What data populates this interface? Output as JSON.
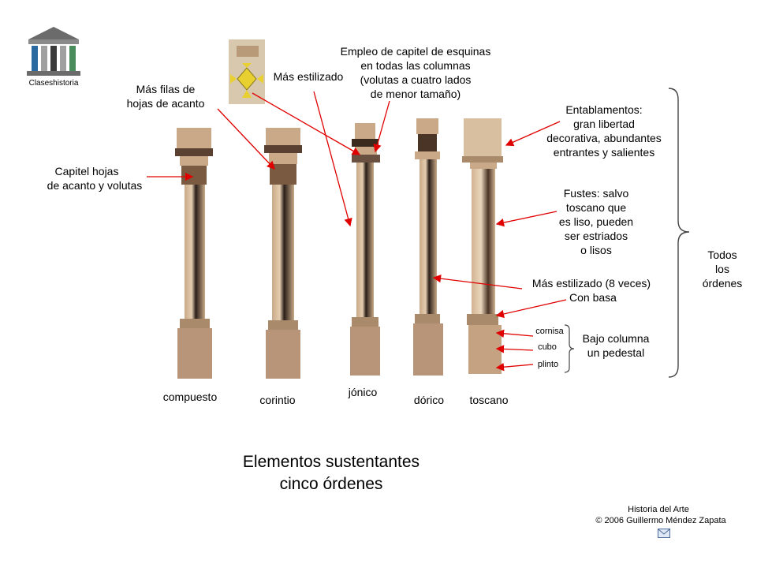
{
  "logo": {
    "caption": "Claseshistoria",
    "icon": "temple-logo-icon"
  },
  "thumbnail": {
    "icon": "ionic-corner-volute-thumbnail"
  },
  "columns": [
    {
      "label": "compuesto"
    },
    {
      "label": "corintio"
    },
    {
      "label": "jónico"
    },
    {
      "label": "dórico"
    },
    {
      "label": "toscano"
    }
  ],
  "annotations": {
    "capitel_hojas": [
      "Capitel hojas",
      "de acanto y volutas"
    ],
    "mas_filas": [
      "Más filas de",
      "hojas de acanto"
    ],
    "mas_estilizado": "Más estilizado",
    "empleo": [
      "Empleo  de capitel  de esquinas",
      "en todas las columnas",
      "(volutas a cuatro lados",
      "de menor tamaño)"
    ],
    "entablamentos": [
      "Entablamentos:",
      "gran libertad",
      "decorativa, abundantes",
      "entrantes y salientes"
    ],
    "fustes": [
      "Fustes: salvo",
      "toscano que",
      "es liso, pueden",
      "ser estriados",
      "o lisos"
    ],
    "mas_estilizado_8": "Más estilizado (8 veces)",
    "con_basa": "Con basa",
    "pedestal_parts": [
      "cornisa",
      "cubo",
      "plinto"
    ],
    "bajo_columna": [
      "Bajo columna",
      "un pedestal"
    ],
    "todos": [
      "Todos",
      "los",
      "órdenes"
    ]
  },
  "title": [
    "Elementos sustentantes",
    "cinco órdenes"
  ],
  "footer": {
    "line1": "Historia del Arte",
    "line2": "© 2006 Guillermo Méndez Zapata"
  },
  "mail_icon": "mail-icon",
  "colors": {
    "arrow": "#e00000",
    "stone": "#c9a987",
    "shadow": "#3a2a1e",
    "pedestal": "#b89478",
    "highlight": "#e8d49a"
  }
}
